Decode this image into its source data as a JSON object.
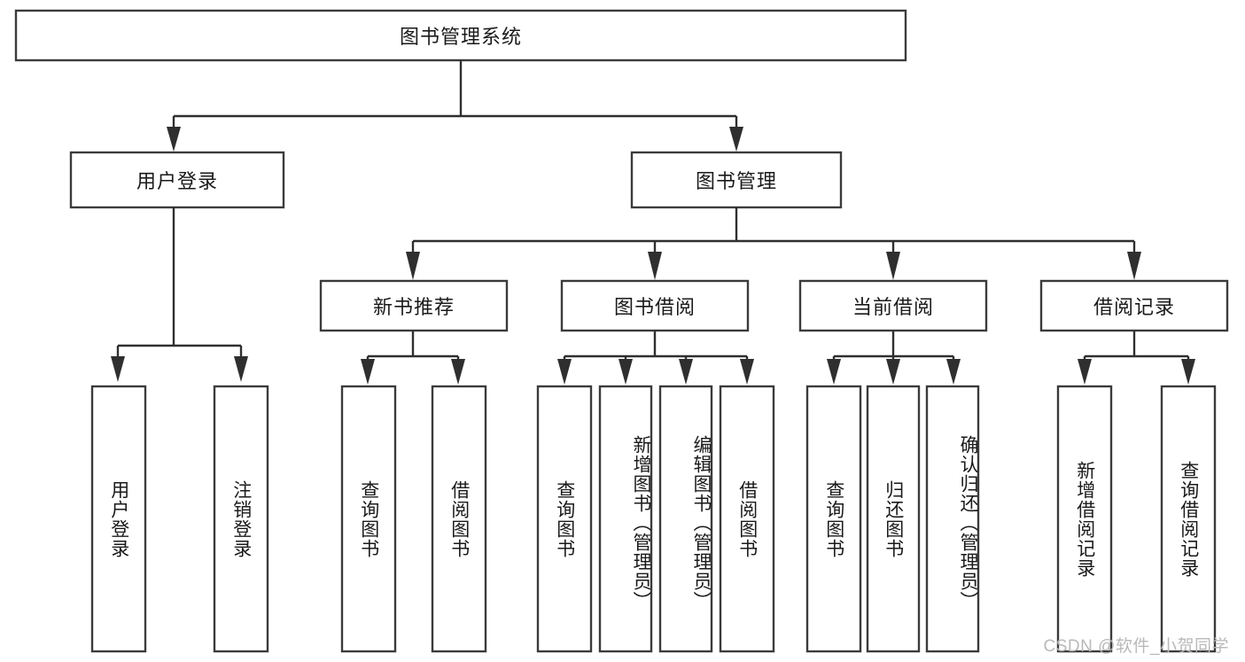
{
  "diagram": {
    "type": "tree-hierarchy-chart",
    "title": "图书管理系统",
    "watermark": "CSDN @软件_小贺同学",
    "colors": {
      "box_fill": "#ffffff",
      "box_stroke": "#3b3b3b",
      "connector": "#2f2f2f",
      "text": "#1a1a1a",
      "watermark": "#b9b9b9",
      "background": "#ffffff"
    },
    "nodes": {
      "root": {
        "label": "图书管理系统",
        "level": 1,
        "orientation": "horizontal"
      },
      "level2": [
        {
          "id": "user-login",
          "label": "用户登录",
          "orientation": "horizontal"
        },
        {
          "id": "book-management",
          "label": "图书管理",
          "orientation": "horizontal"
        }
      ],
      "level3": [
        {
          "id": "new-book-recommend",
          "label": "新书推荐",
          "orientation": "horizontal",
          "parent": "book-management"
        },
        {
          "id": "book-borrow",
          "label": "图书借阅",
          "orientation": "horizontal",
          "parent": "book-management"
        },
        {
          "id": "current-borrow",
          "label": "当前借阅",
          "orientation": "horizontal",
          "parent": "book-management"
        },
        {
          "id": "borrow-record",
          "label": "借阅记录",
          "orientation": "horizontal",
          "parent": "book-management"
        }
      ],
      "leaves": [
        {
          "id": "leaf-user-login",
          "label": "用户登录",
          "orientation": "vertical",
          "parent": "user-login"
        },
        {
          "id": "leaf-logout-login",
          "label": "注销登录",
          "orientation": "vertical",
          "parent": "user-login"
        },
        {
          "id": "leaf-query-book-1",
          "label": "查询图书",
          "orientation": "vertical",
          "parent": "new-book-recommend"
        },
        {
          "id": "leaf-borrow-book-1",
          "label": "借阅图书",
          "orientation": "vertical",
          "parent": "new-book-recommend"
        },
        {
          "id": "leaf-query-book-2",
          "label": "查询图书",
          "orientation": "vertical",
          "parent": "book-borrow"
        },
        {
          "id": "leaf-add-book",
          "label": "新增图书（管理员）",
          "orientation": "vertical",
          "parent": "book-borrow"
        },
        {
          "id": "leaf-edit-book",
          "label": "编辑图书（管理员）",
          "orientation": "vertical",
          "parent": "book-borrow"
        },
        {
          "id": "leaf-borrow-book-2",
          "label": "借阅图书",
          "orientation": "vertical",
          "parent": "book-borrow"
        },
        {
          "id": "leaf-query-book-3",
          "label": "查询图书",
          "orientation": "vertical",
          "parent": "current-borrow"
        },
        {
          "id": "leaf-return-book",
          "label": "归还图书",
          "orientation": "vertical",
          "parent": "current-borrow"
        },
        {
          "id": "leaf-confirm-return",
          "label": "确认归还（管理员）",
          "orientation": "vertical",
          "parent": "current-borrow"
        },
        {
          "id": "leaf-add-record",
          "label": "新增借阅记录",
          "orientation": "vertical",
          "parent": "borrow-record"
        },
        {
          "id": "leaf-query-record",
          "label": "查询借阅记录",
          "orientation": "vertical",
          "parent": "borrow-record"
        }
      ]
    }
  }
}
